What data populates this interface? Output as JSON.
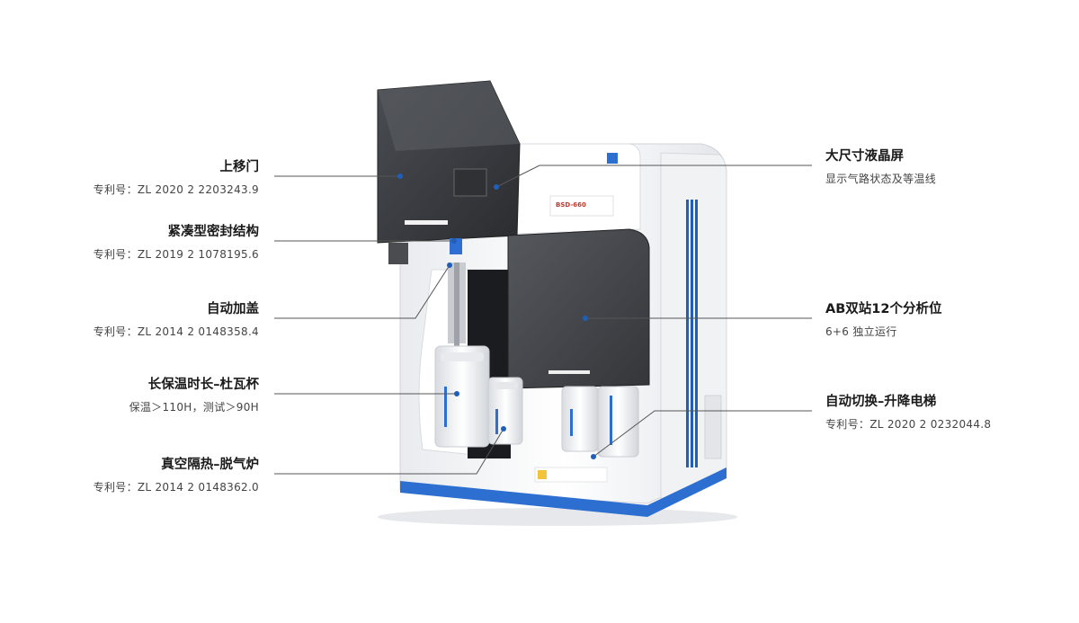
{
  "callouts_left": [
    {
      "title": "上移门",
      "sub": "专利号：ZL 2020 2 2203243.9"
    },
    {
      "title": "紧凑型密封结构",
      "sub": "专利号：ZL 2019 2 1078195.6"
    },
    {
      "title": "自动加盖",
      "sub": "专利号：ZL 2014 2 0148358.4"
    },
    {
      "title": "长保温时长–杜瓦杯",
      "sub": "保温＞110H，测试＞90H"
    },
    {
      "title": "真空隔热–脱气炉",
      "sub": "专利号：ZL 2014 2 0148362.0"
    }
  ],
  "callouts_right": [
    {
      "title": "大尺寸液晶屏",
      "sub": "显示气路状态及等温线"
    },
    {
      "title": "AB双站12个分析位",
      "sub": "6+6 独立运行"
    },
    {
      "title": "自动切换–升降电梯",
      "sub": "专利号：ZL 2020 2 0232044.8"
    }
  ],
  "device": {
    "model_label": "BSD-660",
    "colors": {
      "accent_blue": "#1f5fb8",
      "dark_glass": "#3a3d42",
      "body_white": "#f4f5f7",
      "base_blue": "#2d6fd1"
    }
  }
}
